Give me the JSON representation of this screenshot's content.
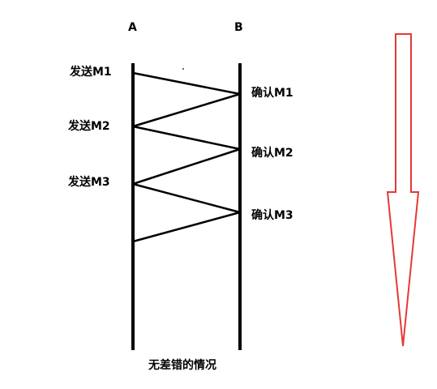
{
  "diagram": {
    "labels": {
      "a": "A",
      "b": "B",
      "send_m1": "发送M1",
      "send_m2": "发送M2",
      "send_m3": "发送M3",
      "ack_m1": "确认M1",
      "ack_m2": "确认M2",
      "ack_m3": "确认M3",
      "caption": "无差错的情况"
    },
    "colors": {
      "line": "#000000",
      "arrow": "#e53935",
      "background": "#ffffff"
    }
  }
}
